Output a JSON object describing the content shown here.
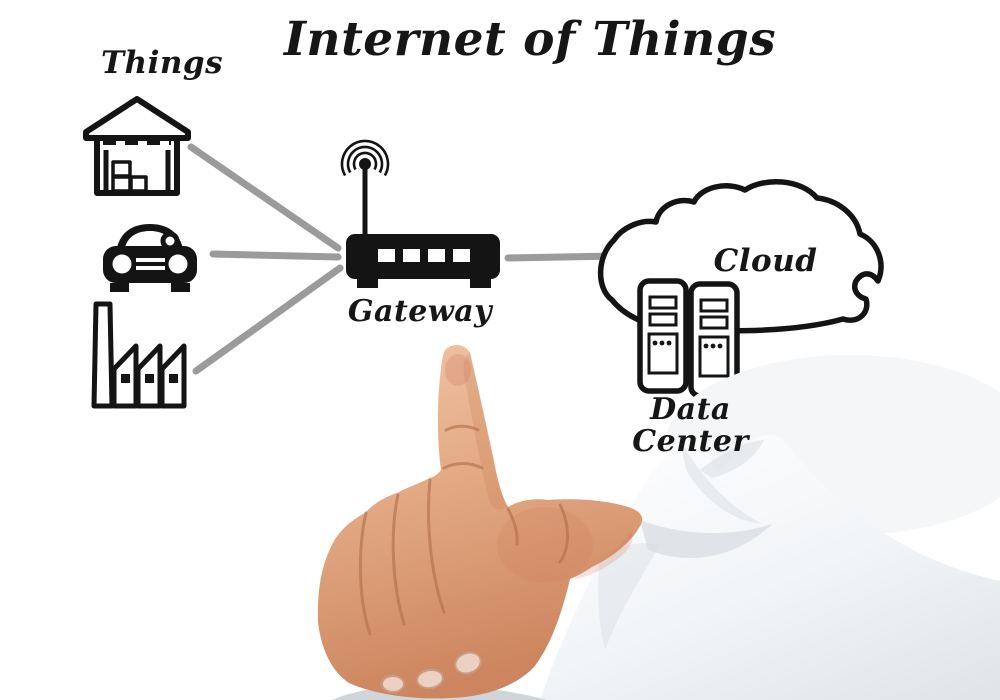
{
  "diagram": {
    "title": "Internet of Things",
    "nodes": {
      "things": {
        "label": "Things",
        "icons": [
          "warehouse-icon",
          "car-icon",
          "factory-icon"
        ]
      },
      "gateway": {
        "label": "Gateway",
        "icon": "wifi-router-icon"
      },
      "cloud": {
        "label": "Cloud",
        "icon": "cloud-icon"
      },
      "data_center": {
        "label_line1": "Data",
        "label_line2": "Center",
        "icon": "server-racks-icon"
      }
    },
    "connections": [
      {
        "from": "warehouse",
        "to": "gateway"
      },
      {
        "from": "car",
        "to": "gateway"
      },
      {
        "from": "factory",
        "to": "gateway"
      },
      {
        "from": "gateway",
        "to": "cloud"
      }
    ],
    "foreground": {
      "description": "hand pointing upward in white sleeve"
    },
    "colors": {
      "ink": "#141414",
      "connector": "#9b9b9b",
      "background": "#ffffff",
      "skin_light": "#f0c5a7",
      "skin_mid": "#dd9d77",
      "skin_dark": "#c97f5a",
      "sleeve": "#f6f8f9",
      "sleeve_shadow": "#d2d8db"
    }
  }
}
